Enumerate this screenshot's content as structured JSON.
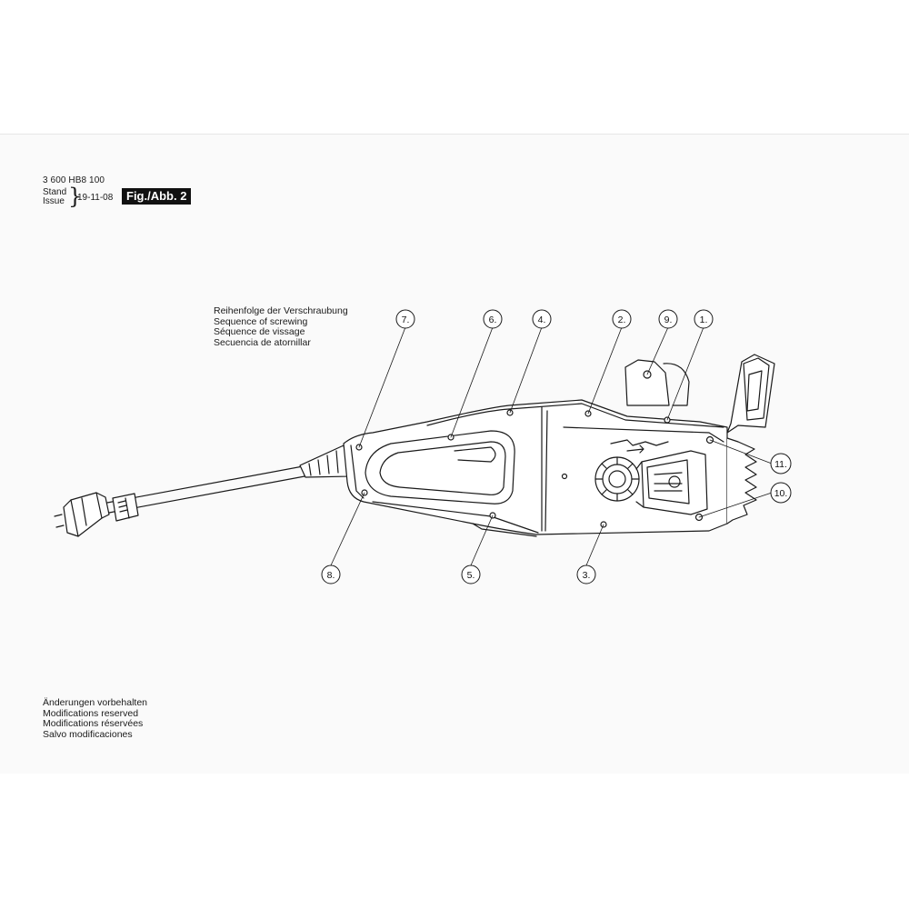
{
  "header": {
    "doc_number": "3 600 HB8 100",
    "stand_label": "Stand",
    "issue_label": "Issue",
    "brace": "}",
    "issue_date": "19-11-08",
    "figure_label": "Fig./Abb. 2"
  },
  "sequence_heading": [
    "Reihenfolge der Verschraubung",
    "Sequence of screwing",
    "Séquence de vissage",
    "Secuencia de atornillar"
  ],
  "callouts": [
    "1.",
    "2.",
    "3.",
    "4.",
    "5.",
    "6.",
    "7.",
    "8.",
    "9.",
    "10.",
    "11."
  ],
  "footer_notes": [
    "Änderungen vorbehalten",
    "Modifications reserved",
    "Modifications réservées",
    "Salvo modificaciones"
  ],
  "colors": {
    "line": "#1a1a1a",
    "sheet": "#fafafa",
    "badge": "#111111"
  }
}
